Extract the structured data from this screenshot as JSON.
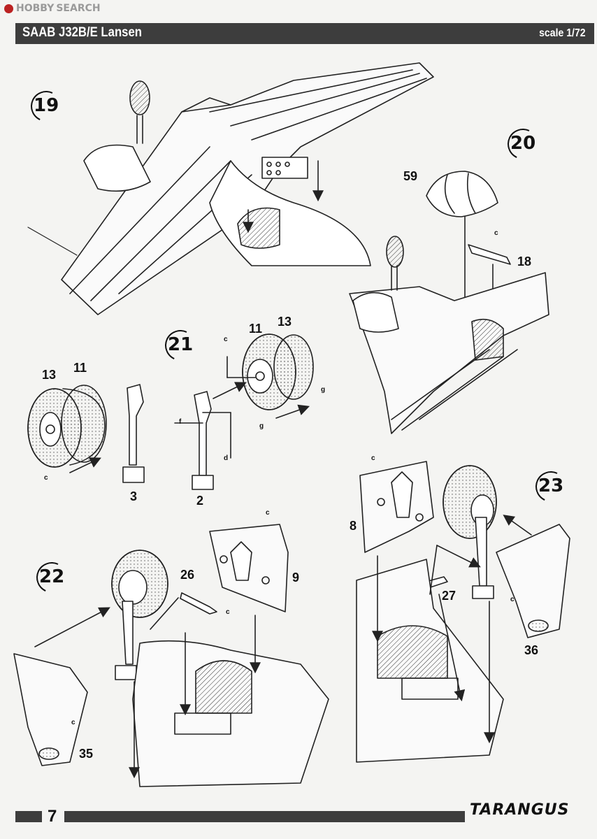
{
  "watermark": {
    "logo": "HOBBY",
    "text": "SEARCH"
  },
  "header": {
    "title": "SAAB J32B/E Lansen",
    "scale": "scale 1/72"
  },
  "steps": [
    "19",
    "20",
    "21",
    "22",
    "23"
  ],
  "parts": [
    "59",
    "18",
    "11",
    "13",
    "13",
    "11",
    "3",
    "2",
    "8",
    "9",
    "26",
    "27",
    "36",
    "35"
  ],
  "color_codes": [
    "c",
    "c",
    "c",
    "g",
    "g",
    "f",
    "d",
    "c",
    "c",
    "c",
    "c",
    "c"
  ],
  "footer": {
    "page": "7",
    "brand": "TARANGUS"
  }
}
